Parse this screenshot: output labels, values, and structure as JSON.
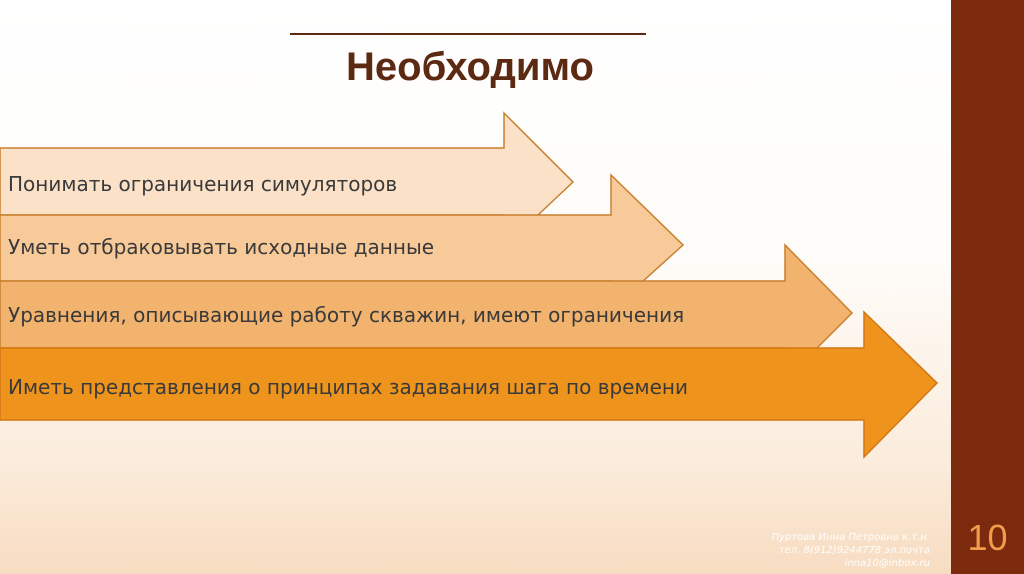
{
  "slide": {
    "title": "Необходимо",
    "page_number": "10",
    "author_note": "Пуртова Инна Петровна к.т.н.\nтел. 8(912)9244778 эл.почта\ninna10@inbox.ru"
  },
  "arrows": {
    "items": [
      {
        "label": "Понимать ограничения симуляторов"
      },
      {
        "label": "Уметь отбраковывать исходные данные"
      },
      {
        "label": "Уравнения, описывающие работу скважин, имеют ограничения"
      },
      {
        "label": "Иметь представления о принципах задавания шага по времени"
      }
    ]
  },
  "colors": {
    "sidebar": "#7b2a0e",
    "title": "#5c2a12",
    "page_number": "#f29b4b",
    "arrow_1": "#fbe1c7",
    "arrow_2": "#f8ca99",
    "arrow_3": "#f2b36e",
    "arrow_4": "#ee941d",
    "arrow_outline": "#c8802e"
  }
}
